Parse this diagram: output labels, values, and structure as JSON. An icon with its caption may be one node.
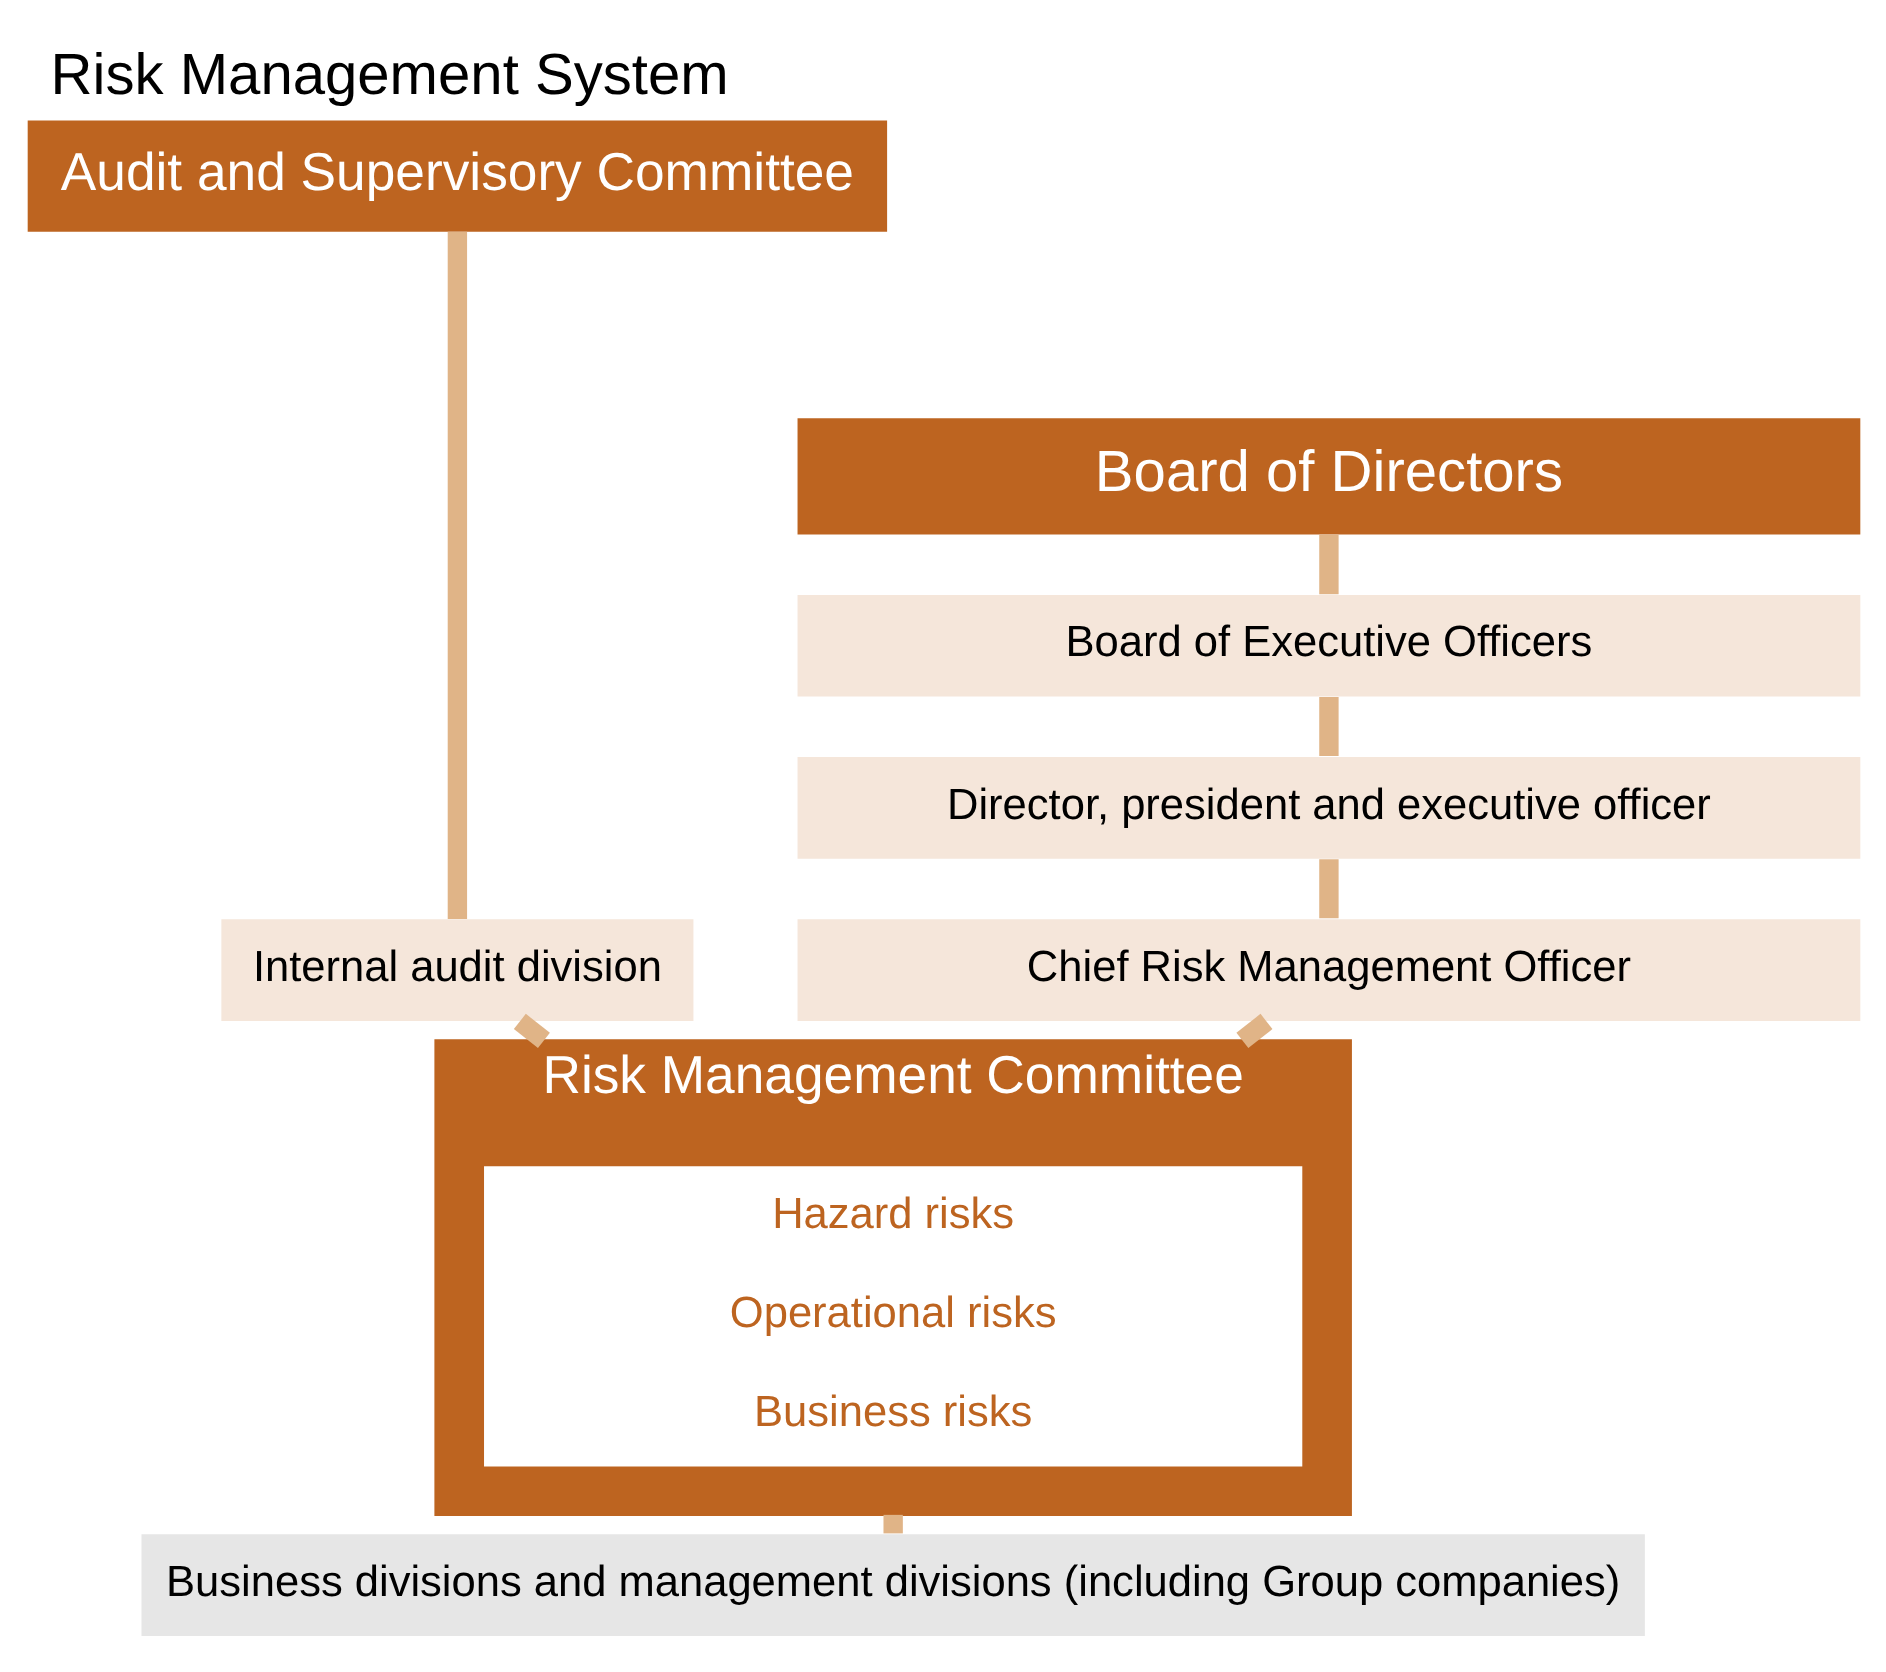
{
  "diagram": {
    "title": "Risk Management System",
    "nodes": [
      {
        "text": [
          "Audit and Supervisory Committee"
        ]
      },
      {
        "text": [
          "Board of Directors"
        ]
      },
      {
        "text": [
          "Board of Executive Officers"
        ]
      },
      {
        "text": [
          "Director, president and executive officer"
        ]
      },
      {
        "text": [
          "Chief Risk Management Officer"
        ]
      },
      {
        "text": [
          "Risk Management Committee"
        ]
      },
      {
        "text": [
          "Hazard risks",
          "Operational risks",
          "Business risks"
        ],
        "in": 5
      },
      {
        "text": [
          "Internal audit division"
        ]
      },
      {
        "text": [
          "Business divisions and management divisions (including Group companies)"
        ]
      }
    ],
    "edges": [
      {
        "from": 1,
        "to": 2,
        "arrow": "none"
      },
      {
        "from": 2,
        "to": 3,
        "arrow": "none"
      },
      {
        "from": 3,
        "to": 4,
        "arrow": "none"
      },
      {
        "from": 4,
        "to": 5,
        "arrow": "none"
      },
      {
        "from": 0,
        "to": 7,
        "arrow": "none"
      },
      {
        "from": 7,
        "to": 5,
        "arrow": "none"
      },
      {
        "from": 5,
        "to": 8,
        "arrow": "none"
      }
    ]
  }
}
